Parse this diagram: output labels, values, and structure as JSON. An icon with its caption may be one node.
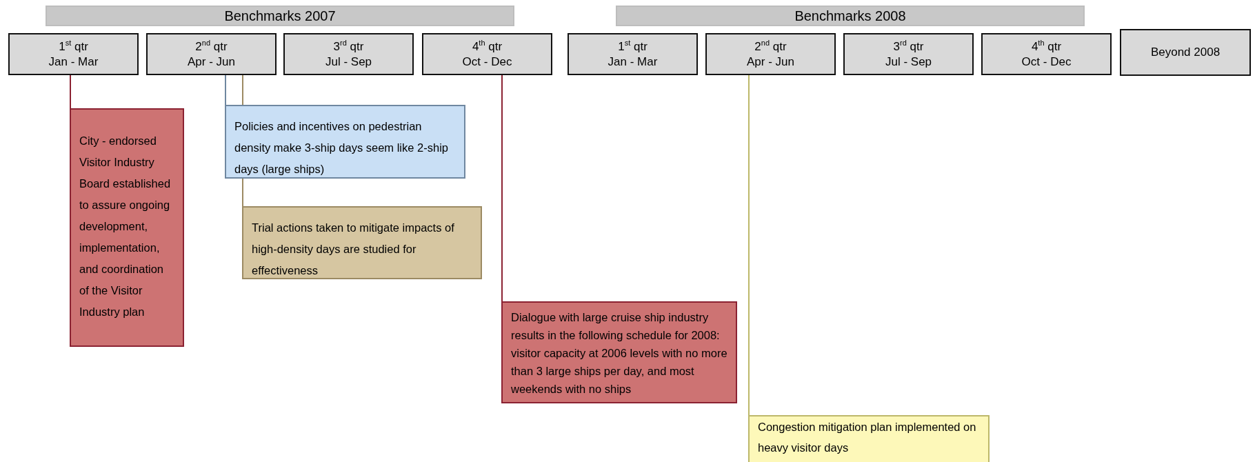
{
  "diagram": {
    "nodes": [
      {
        "text": [
          "Benchmarks 2007"
        ]
      },
      {
        "text": [
          "Benchmarks 2008"
        ]
      },
      {
        "text": [
          "1$^{st}$ qtr",
          "Jan - Mar"
        ]
      },
      {
        "text": [
          "2$^{nd}$ qtr",
          "Apr - Jun"
        ]
      },
      {
        "text": [
          "3$^{rd}$ qtr",
          "Jul - Sep"
        ]
      },
      {
        "text": [
          "4$^{th}$ qtr",
          "Oct - Dec"
        ]
      },
      {
        "text": [
          "1$^{st}$ qtr",
          "Jan - Mar"
        ]
      },
      {
        "text": [
          "2$^{nd}$ qtr",
          "Apr - Jun"
        ]
      },
      {
        "text": [
          "3$^{rd}$ qtr",
          "Jul - Sep"
        ]
      },
      {
        "text": [
          "4$^{th}$ qtr",
          "Oct - Dec"
        ]
      },
      {
        "text": [
          "Beyond 2008"
        ]
      },
      {
        "text": [
          "City - endorsed Visitor Industry Board established to assure ongoing development, implementation, and coordination of the Visitor Industry plan"
        ]
      },
      {
        "text": [
          "Policies and incentives on pedestrian density make 3-ship days seem like 2-ship days (large ships)"
        ]
      },
      {
        "text": [
          "Trial actions taken to mitigate impacts of high-density days are studied for effectiveness"
        ]
      },
      {
        "text": [
          "Dialogue with large cruise ship industry results in the following schedule for 2008: visitor capacity at 2006 levels with no more than 3 large ships per day, and most weekends with no ships"
        ]
      },
      {
        "text": [
          "Congestion mitigation plan implemented on heavy visitor days"
        ]
      }
    ],
    "edges": [
      {
        "from": 2,
        "to": 11,
        "arrow": "none",
        "color": "#8b2232"
      },
      {
        "from": 3,
        "to": 12,
        "arrow": "none",
        "color": "#6f87a0"
      },
      {
        "from": 3,
        "to": 13,
        "arrow": "none",
        "color": "#9c8a63"
      },
      {
        "from": 5,
        "to": 14,
        "arrow": "none",
        "color": "#8b2232"
      },
      {
        "from": 7,
        "to": 15,
        "arrow": "none",
        "color": "#bdb86a"
      }
    ]
  }
}
